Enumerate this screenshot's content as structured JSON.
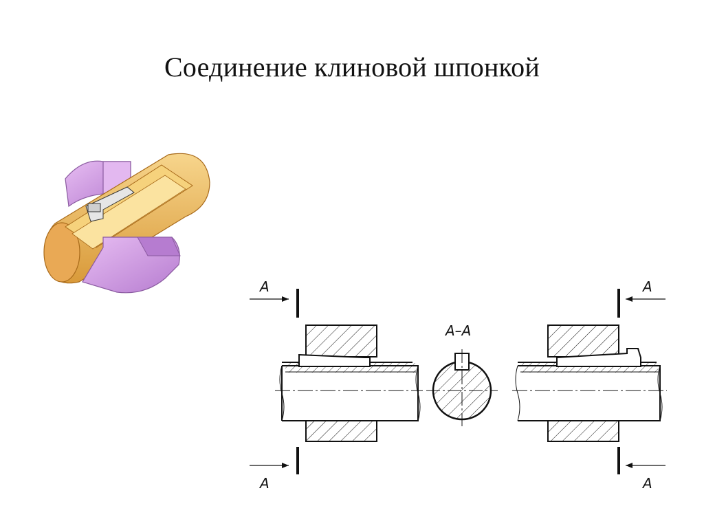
{
  "slide": {
    "title": "Соединение клиновой шпонкой"
  },
  "drawing": {
    "section_mark_top_left": "A",
    "section_mark_bottom_left": "A",
    "section_mark_top_right": "A",
    "section_mark_bottom_right": "A",
    "section_view_title": "A–A"
  },
  "colors": {
    "hub": "#d9a3e8",
    "hub_dark": "#b97ad0",
    "shaft": "#f0c36a",
    "shaft_dark": "#d79e3c",
    "key": "#d8d8d8",
    "line": "#111111"
  }
}
